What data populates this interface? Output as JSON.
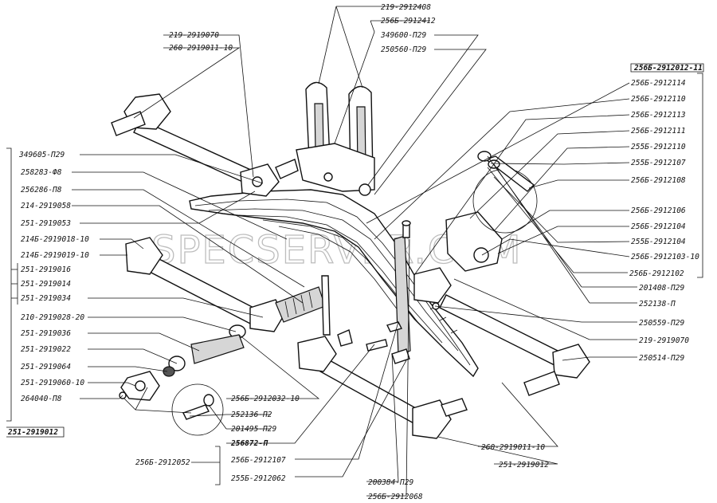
{
  "watermark": "SPECSERVER.COM",
  "labels": {
    "top_1": "219-2912408",
    "top_2": "256Б-2912412",
    "top_3": "349600-П29",
    "top_4": "250560-П29",
    "tl_1": "219-2919070",
    "tl_2": "260-2919011-10",
    "r_header": "256Б-2912012-11",
    "r_1": "256Б-2912114",
    "r_2": "256Б-2912110",
    "r_3": "256Б-2912113",
    "r_4": "256Б-2912111",
    "r_5": "255Б-2912110",
    "r_6": "255Б-2912107",
    "r_7": "256Б-2912108",
    "r_8": "256Б-2912106",
    "r_9": "256Б-2912104",
    "r_10": "255Б-2912104",
    "r_11": "256Б-2912103-10",
    "r_12": "256Б-2912102",
    "rl_1": "201408-П29",
    "rl_2": "252138-П",
    "rl_3": "250559-П29",
    "rl_4": "219-2919070",
    "rl_5": "250514-П29",
    "l_1": "349605-П29",
    "l_2": "258283-Ф8",
    "l_3": "256286-П8",
    "l_4": "214-2919058",
    "l_5": "251-2919053",
    "l_6": "214Б-2919018-10",
    "l_7": "214Б-2919019-10",
    "l_8": "251-2919016",
    "l_9": "251-2919014",
    "l_10": "251-2919034",
    "l_11": "210-2919028-20",
    "l_12": "251-2919036",
    "l_13": "251-2919022",
    "l_14": "251-2919064",
    "l_15": "251-2919060-10",
    "l_16": "264040-П8",
    "l_bottom": "251-2919012",
    "c_1": "256Б-2912032-10",
    "c_2": "252136-П2",
    "c_3": "201495-П29",
    "c_4": "256872-П",
    "b_1": "256Б-2912052",
    "b_2": "256Б-2912107",
    "b_3": "255Б-2912062",
    "b_4": "200384-П29",
    "b_5": "256Б-2912068",
    "br_1": "260-2919011-10",
    "br_2": "251-2919012"
  }
}
